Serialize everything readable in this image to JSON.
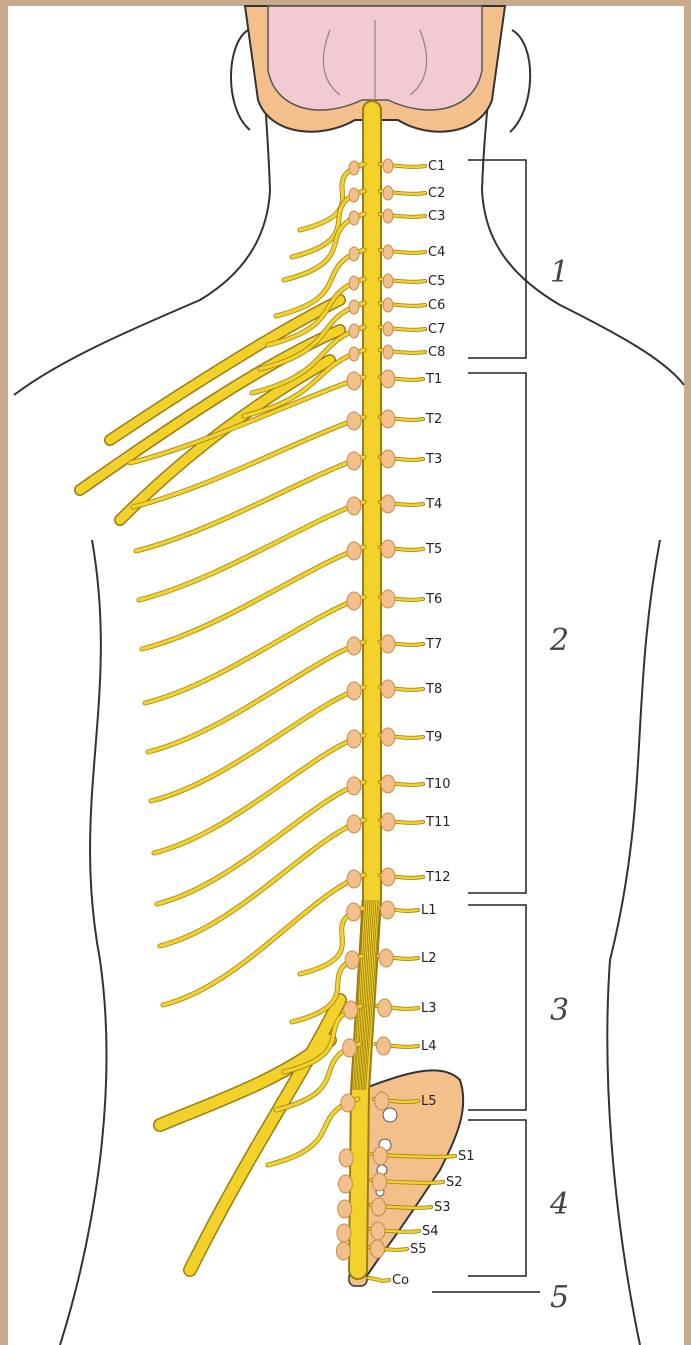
{
  "colors": {
    "frame": "#c8a98a",
    "skin": "#ffffff",
    "outline": "#333333",
    "nerve": "#f2d22a",
    "nerve_edge": "#9a7d10",
    "bone": "#f3c08c",
    "brain": "#f2cbd2"
  },
  "labels": {
    "cervical": [
      "C1",
      "C2",
      "C3",
      "C4",
      "C5",
      "C6",
      "C7",
      "C8"
    ],
    "thoracic": [
      "T1",
      "T2",
      "T3",
      "T4",
      "T5",
      "T6",
      "T7",
      "T8",
      "T9",
      "T10",
      "T11",
      "T12"
    ],
    "lumbar": [
      "L1",
      "L2",
      "L3",
      "L4",
      "L5"
    ],
    "sacral": [
      "S1",
      "S2",
      "S3",
      "S4",
      "S5"
    ],
    "coccygeal": [
      "Co"
    ]
  },
  "groups": [
    "1",
    "2",
    "3",
    "4",
    "5"
  ]
}
